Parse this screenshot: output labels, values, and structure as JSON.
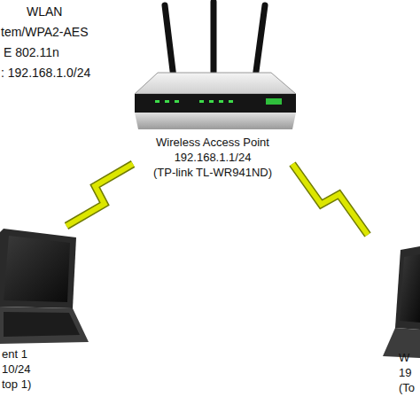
{
  "diagram": {
    "nodes": [
      {
        "text": [
          "Wireless Access Point",
          "192.168.1.1/24",
          "(TP-link TL-WR941ND)"
        ]
      },
      {
        "text": [
          "ent 1",
          "10/24",
          "top 1)"
        ]
      },
      {
        "text": [
          "W",
          "19",
          "(To"
        ]
      }
    ],
    "edges": [
      {
        "from": 0,
        "to": 1,
        "arrow": "none"
      },
      {
        "from": 0,
        "to": 2,
        "arrow": "none"
      }
    ],
    "labels": [
      "WLAN",
      "tem/WPA2-AES",
      "E 802.11n",
      ": 192.168.1.0/24"
    ]
  }
}
